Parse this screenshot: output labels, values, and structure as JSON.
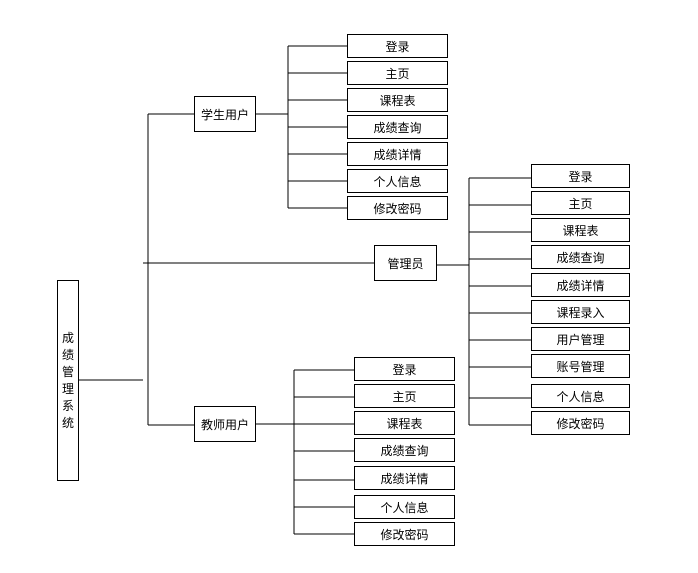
{
  "root": {
    "chars": [
      "成",
      "绩",
      "管",
      "理",
      "系",
      "统"
    ]
  },
  "groups": [
    {
      "label": "学生用户",
      "items": [
        "登录",
        "主页",
        "课程表",
        "成绩查询",
        "成绩详情",
        "个人信息",
        "修改密码"
      ]
    },
    {
      "label": "管理员",
      "items": [
        "登录",
        "主页",
        "课程表",
        "成绩查询",
        "成绩详情",
        "课程录入",
        "用户管理",
        "账号管理",
        "个人信息",
        "修改密码"
      ]
    },
    {
      "label": "教师用户",
      "items": [
        "登录",
        "主页",
        "课程表",
        "成绩查询",
        "成绩详情",
        "个人信息",
        "修改密码"
      ]
    }
  ],
  "colors": {
    "line": "#000000",
    "box_border": "#000000",
    "background": "#ffffff"
  }
}
